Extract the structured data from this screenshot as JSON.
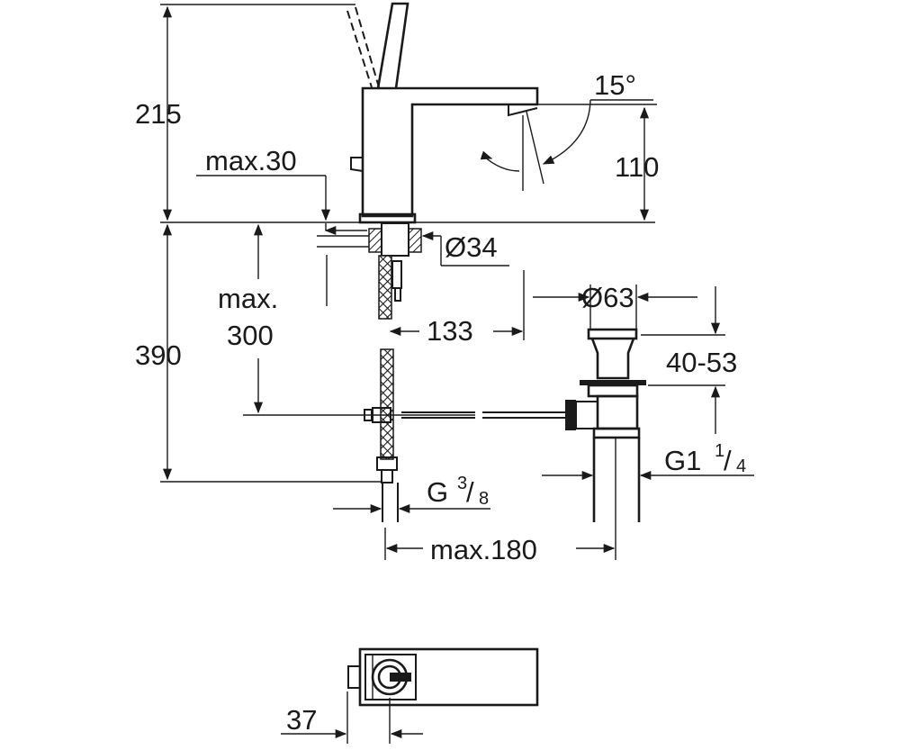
{
  "dimensions": {
    "height_above_deck": "215",
    "spout_height": "110",
    "spout_angle": "15°",
    "max_deck_thickness": "max.30",
    "hole_diameter": "Ø34",
    "max_below": "max.",
    "max_below_value": "300",
    "below_total": "390",
    "spout_reach": "133",
    "waste_diameter": "Ø63",
    "waste_range": "40-53",
    "waste_thread_main": "G1",
    "waste_thread_num": "1",
    "waste_thread_den": "4",
    "supply_thread_main": "G",
    "supply_thread_num": "3",
    "supply_thread_den": "8",
    "max_rod_length": "max.180",
    "handle_offset": "37"
  },
  "colors": {
    "line": "#1a1a1a",
    "background": "#ffffff"
  }
}
